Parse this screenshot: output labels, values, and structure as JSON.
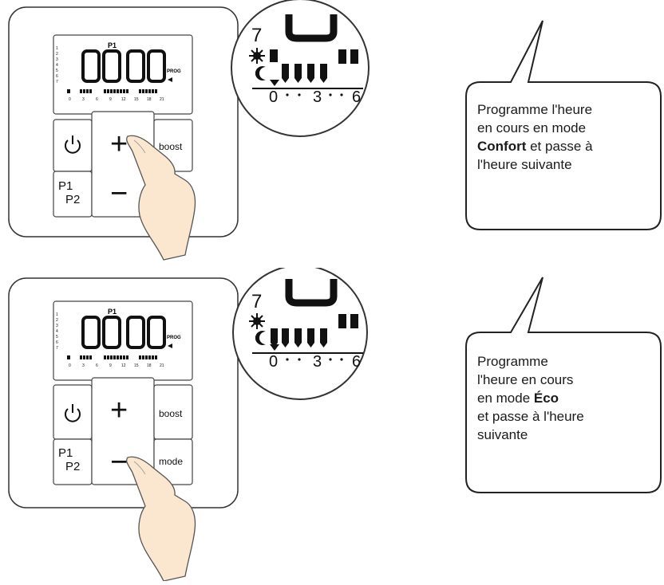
{
  "panels": [
    {
      "lcd": {
        "program": "P1",
        "time_digits": "0000",
        "prog_label": "PROG",
        "scale_labels": [
          "0",
          "3",
          "6",
          "9",
          "12",
          "15",
          "18",
          "21"
        ]
      },
      "buttons": {
        "power_icon": "power-icon",
        "plus_symbol": "+",
        "minus_symbol": "−",
        "boost_label": "boost",
        "mode_label": "",
        "p1_label": "P1",
        "p2_label": "P2"
      },
      "pressed": "plus",
      "zoom": {
        "day_number": "7",
        "sun_icon": "sun-icon",
        "moon_icon": "moon-icon",
        "scale": [
          "0",
          "3",
          "6"
        ]
      },
      "bubble": {
        "line1": "Programme l'heure",
        "line2": "en cours en mode",
        "line3_bold": "Confort",
        "line3_rest": " et passe à",
        "line4": "l'heure suivante"
      }
    },
    {
      "lcd": {
        "program": "P1",
        "time_digits": "0000",
        "prog_label": "PROG",
        "scale_labels": [
          "0",
          "3",
          "6",
          "9",
          "12",
          "15",
          "18",
          "21"
        ]
      },
      "buttons": {
        "power_icon": "power-icon",
        "plus_symbol": "+",
        "minus_symbol": "−",
        "boost_label": "boost",
        "mode_label": "mode",
        "p1_label": "P1",
        "p2_label": "P2"
      },
      "pressed": "minus",
      "zoom": {
        "day_number": "7",
        "sun_icon": "sun-icon",
        "moon_icon": "moon-icon",
        "scale": [
          "0",
          "3",
          "6"
        ]
      },
      "bubble": {
        "line1": "Programme",
        "line2": "l'heure en cours",
        "line3_prefix": "en mode ",
        "line3_bold": "Éco",
        "line4": "et passe à l'heure",
        "line5": "suivante"
      }
    }
  ]
}
